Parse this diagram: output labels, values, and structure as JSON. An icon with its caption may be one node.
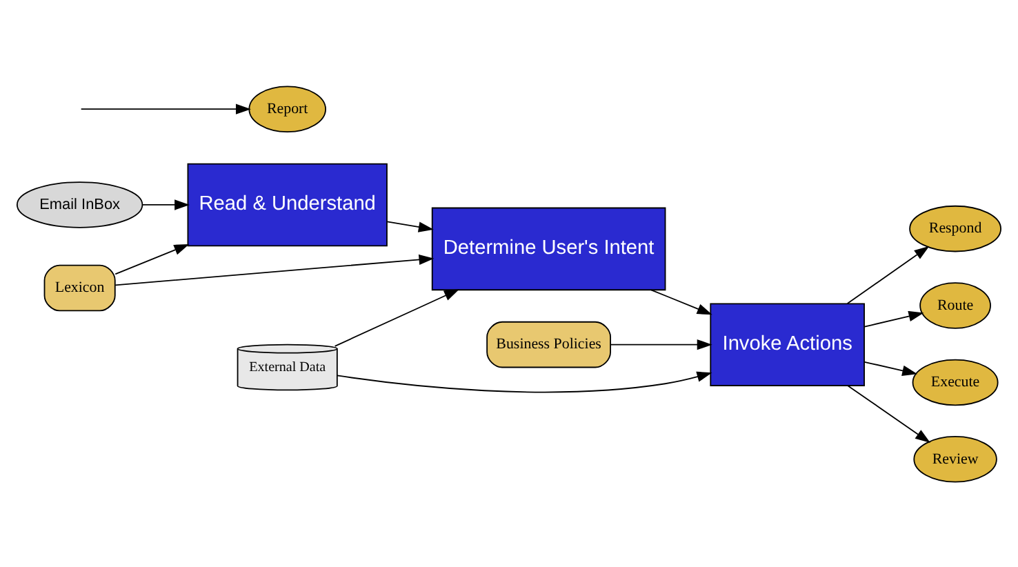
{
  "diagram": {
    "nodes": [
      {
        "text": [
          "Email InBox"
        ]
      },
      {
        "text": [
          "Lexicon"
        ]
      },
      {
        "text": [
          "Business Policies"
        ]
      },
      {
        "text": [
          "Read & Understand"
        ]
      },
      {
        "text": [
          "Determine User's Intent"
        ]
      },
      {
        "text": [
          "Invoke Actions"
        ]
      },
      {
        "text": [
          "External Data"
        ]
      },
      {
        "text": [
          "Respond"
        ]
      },
      {
        "text": [
          "Route"
        ]
      },
      {
        "text": [
          "Execute"
        ]
      },
      {
        "text": [
          "Review"
        ]
      },
      {
        "text": [
          "Report"
        ]
      }
    ],
    "edges": [
      {
        "from": 0,
        "to": 3,
        "arrow": "to"
      },
      {
        "from": 1,
        "to": 3,
        "arrow": "to"
      },
      {
        "from": 1,
        "to": 4,
        "arrow": "to"
      },
      {
        "from": 2,
        "to": 5,
        "arrow": "to"
      },
      {
        "from": 3,
        "to": 4,
        "arrow": "to"
      },
      {
        "from": 4,
        "to": 5,
        "arrow": "to"
      },
      {
        "from": 6,
        "to": 4,
        "arrow": "to"
      },
      {
        "from": 6,
        "to": 5,
        "arrow": "to"
      },
      {
        "from": 5,
        "to": 7,
        "arrow": "to"
      },
      {
        "from": 5,
        "to": 8,
        "arrow": "to"
      },
      {
        "from": 5,
        "to": 9,
        "arrow": "to"
      },
      {
        "from": 5,
        "to": 10,
        "arrow": "to"
      },
      {
        "from": null,
        "to": 11,
        "arrow": "to"
      }
    ]
  }
}
